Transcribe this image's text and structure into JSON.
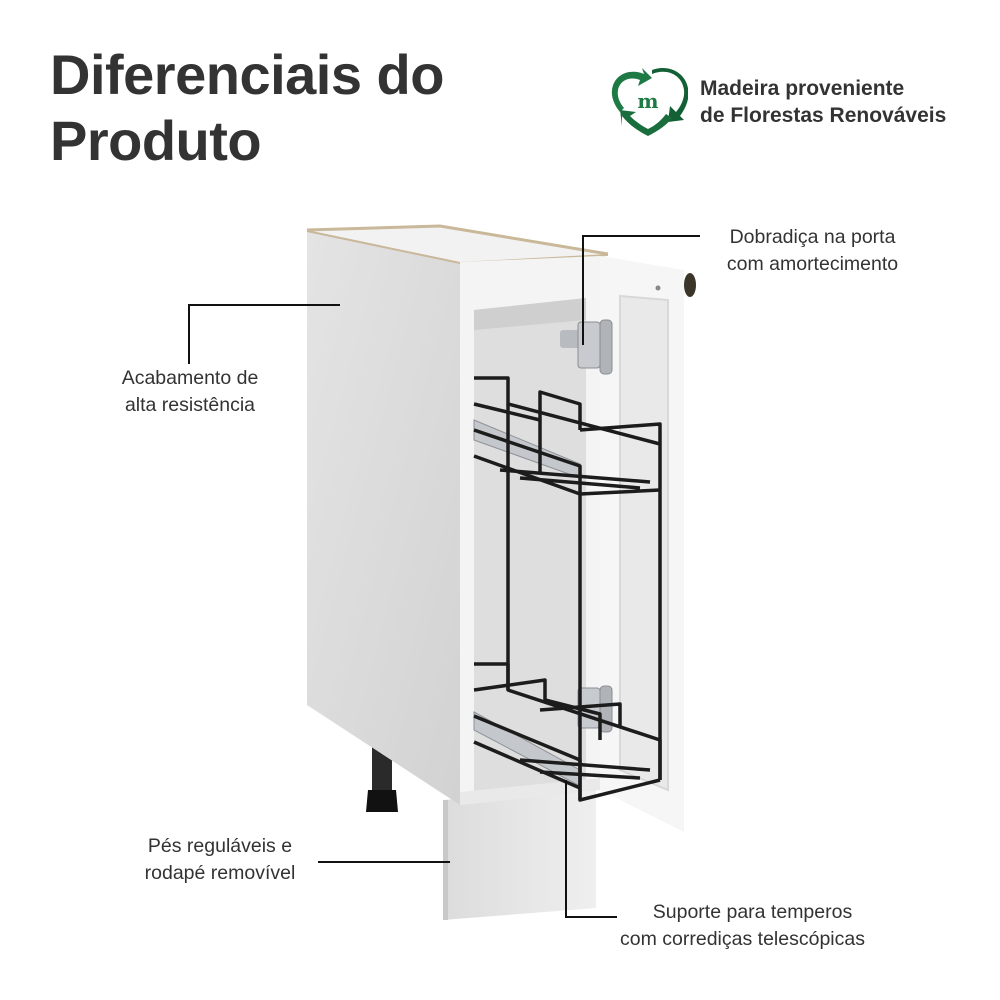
{
  "header": {
    "title_line1": "Diferenciais do",
    "title_line2": "Produto"
  },
  "badge": {
    "icon": "recycle-m-logo-icon",
    "line1": "Madeira proveniente",
    "line2": "de Florestas Renováveis",
    "color_primary": "#1e7a45",
    "color_dark": "#0f5a30"
  },
  "product": {
    "name": "base cabinet with pull-out spice rack",
    "colors": {
      "body": "#e6e6e6",
      "body_shade": "#c8c8c8",
      "edge": "#c9b89a",
      "wire": "#1c1c1c",
      "metal": "#b8bcc0",
      "foot": "#1a1a1a"
    }
  },
  "callouts": [
    {
      "id": "hinge",
      "line1": "Dobradiça na porta",
      "line2": "com amortecimento"
    },
    {
      "id": "finish",
      "line1": "Acabamento de",
      "line2": "alta resistência"
    },
    {
      "id": "feet",
      "line1": "Pés reguláveis e",
      "line2": "rodapé removível"
    },
    {
      "id": "rack",
      "line1": "Suporte para temperos",
      "line2": "com corrediças telescópicas"
    }
  ]
}
